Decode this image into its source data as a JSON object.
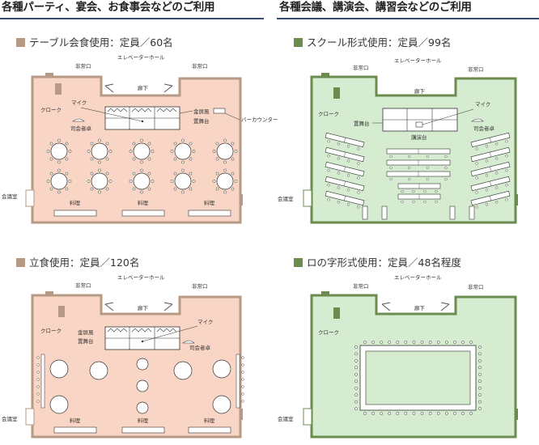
{
  "left_heading": "各種パーティ、宴会、お食事会などのご利用",
  "right_heading": "各種会議、講演会、講習会などのご利用",
  "colors": {
    "pink_fill": "#f8d5c5",
    "pink_wall": "#b79a85",
    "green_fill": "#d6ecd0",
    "green_wall": "#6b8b4f"
  },
  "plans": {
    "table": {
      "title": "テーブル会食使用：定員／60名",
      "labels": {
        "elevator_hall": "エレベーターホール",
        "emergency_left": "非常口",
        "emergency_right": "非常口",
        "corridor": "廊下",
        "cloak": "クローク",
        "mic": "マイク",
        "emcee": "司会者卓",
        "screen": "金屏風",
        "stage": "置舞台",
        "bar": "バーカウンター",
        "lounge": "会議室",
        "cuisine": [
          "料理",
          "料理",
          "料理"
        ]
      }
    },
    "school": {
      "title": "スクール形式使用：定員／99名",
      "labels": {
        "elevator_hall": "エレベーターホール",
        "emergency_left": "非常口",
        "emergency_right": "非常口",
        "corridor": "廊下",
        "cloak": "クローク",
        "mic": "マイク",
        "emcee": "司会者卓",
        "stage": "置舞台",
        "lectern": "講演台",
        "lounge": "会議室"
      }
    },
    "standing": {
      "title": "立食使用：定員／120名",
      "labels": {
        "elevator_hall": "エレベーターホール",
        "emergency_left": "非常口",
        "emergency_right": "非常口",
        "corridor": "廊下",
        "cloak": "クローク",
        "mic": "マイク",
        "emcee": "司会者卓",
        "screen": "金屏風",
        "stage": "置舞台",
        "lounge": "会議室",
        "cuisine": [
          "料理",
          "料理",
          "料理"
        ]
      }
    },
    "hollow": {
      "title": "ロの字形式使用：定員／48名程度",
      "labels": {
        "elevator_hall": "エレベーターホール",
        "emergency_left": "非常口",
        "emergency_right": "非常口",
        "corridor": "廊下",
        "cloak": "クローク",
        "lounge": "会議室"
      }
    }
  }
}
